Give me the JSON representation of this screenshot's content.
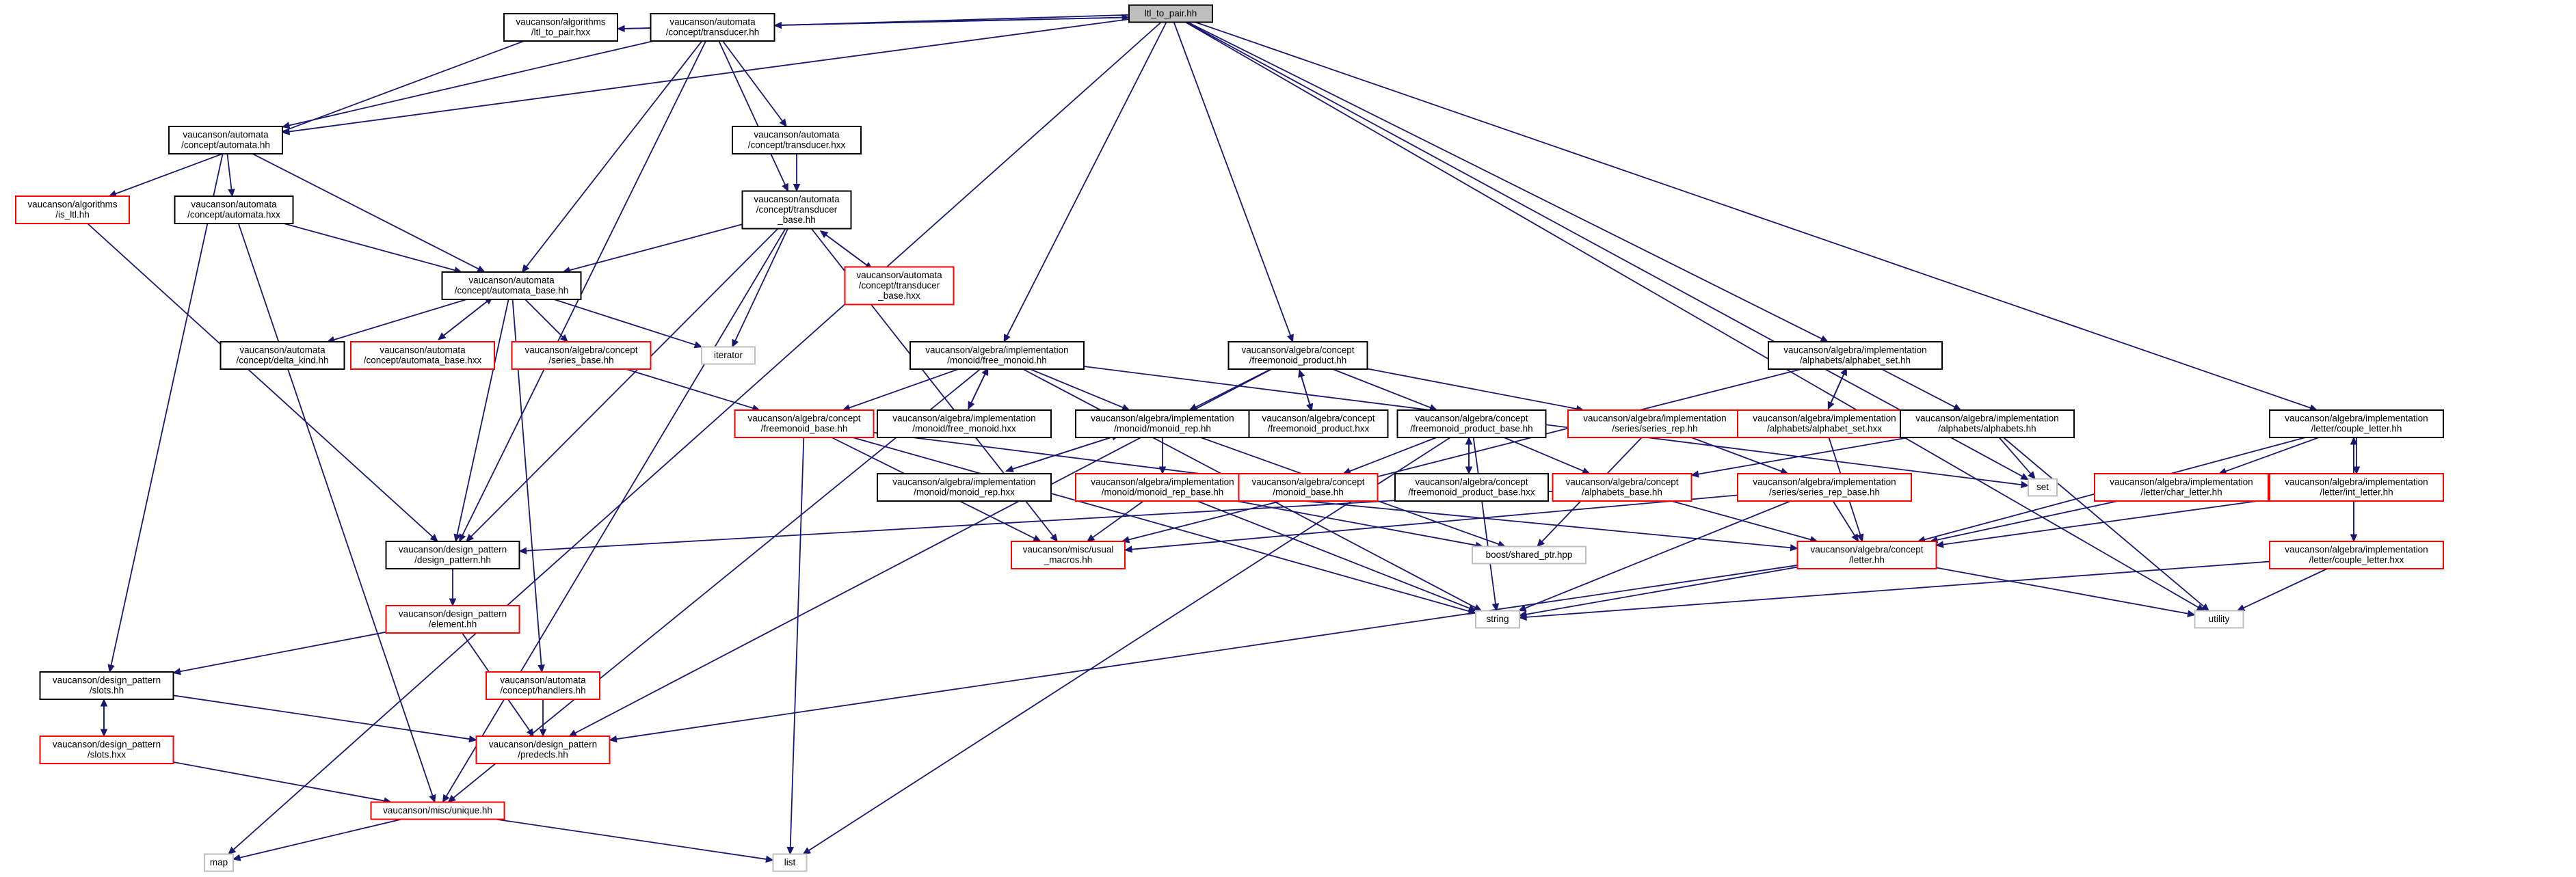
{
  "colors": {
    "edge": "#191970",
    "border_default": "#000000",
    "border_missing": "#ff0000",
    "border_system": "#bfbfbf",
    "fill_root": "#bfbfbf",
    "fill_default": "#ffffff"
  },
  "nodes": [
    {
      "id": "root",
      "label": [
        "ltl_to_pair.hh"
      ],
      "kind": "root"
    },
    {
      "id": "alg_ltl_to_pair_hxx",
      "label": [
        "vaucanson/algorithms",
        "/ltl_to_pair.hxx"
      ],
      "kind": "normal"
    },
    {
      "id": "automata_transducer_hh",
      "label": [
        "vaucanson/automata",
        "/concept/transducer.hh"
      ],
      "kind": "normal"
    },
    {
      "id": "automata_automata_hh",
      "label": [
        "vaucanson/automata",
        "/concept/automata.hh"
      ],
      "kind": "normal"
    },
    {
      "id": "alg_is_ltl_hh",
      "label": [
        "vaucanson/algorithms",
        "/is_ltl.hh"
      ],
      "kind": "missing"
    },
    {
      "id": "automata_transducer_hxx",
      "label": [
        "vaucanson/automata",
        "/concept/transducer.hxx"
      ],
      "kind": "normal"
    },
    {
      "id": "automata_transducer_base_hh",
      "label": [
        "vaucanson/automata",
        "/concept/transducer",
        "_base.hh"
      ],
      "kind": "normal"
    },
    {
      "id": "automata_automata_hxx",
      "label": [
        "vaucanson/automata",
        "/concept/automata.hxx"
      ],
      "kind": "normal"
    },
    {
      "id": "automata_transducer_base_hxx",
      "label": [
        "vaucanson/automata",
        "/concept/transducer",
        "_base.hxx"
      ],
      "kind": "missing"
    },
    {
      "id": "automata_automata_base_hh",
      "label": [
        "vaucanson/automata",
        "/concept/automata_base.hh"
      ],
      "kind": "normal"
    },
    {
      "id": "automata_delta_kind_hh",
      "label": [
        "vaucanson/automata",
        "/concept/delta_kind.hh"
      ],
      "kind": "normal"
    },
    {
      "id": "automata_automata_base_hxx",
      "label": [
        "vaucanson/automata",
        "/concept/automata_base.hxx"
      ],
      "kind": "missing"
    },
    {
      "id": "algebra_series_base_hh",
      "label": [
        "vaucanson/algebra/concept",
        "/series_base.hh"
      ],
      "kind": "missing"
    },
    {
      "id": "iterator",
      "label": [
        "iterator"
      ],
      "kind": "system"
    },
    {
      "id": "impl_free_monoid_hh",
      "label": [
        "vaucanson/algebra/implementation",
        "/monoid/free_monoid.hh"
      ],
      "kind": "normal"
    },
    {
      "id": "concept_freemonoid_product_hh",
      "label": [
        "vaucanson/algebra/concept",
        "/freemonoid_product.hh"
      ],
      "kind": "normal"
    },
    {
      "id": "alphabets_alphabet_set_hh",
      "label": [
        "vaucanson/algebra/implementation",
        "/alphabets/alphabet_set.hh"
      ],
      "kind": "normal"
    },
    {
      "id": "concept_freemonoid_base_hh",
      "label": [
        "vaucanson/algebra/concept",
        "/freemonoid_base.hh"
      ],
      "kind": "missing"
    },
    {
      "id": "impl_free_monoid_hxx",
      "label": [
        "vaucanson/algebra/implementation",
        "/monoid/free_monoid.hxx"
      ],
      "kind": "normal"
    },
    {
      "id": "impl_monoid_rep_hh",
      "label": [
        "vaucanson/algebra/implementation",
        "/monoid/monoid_rep.hh"
      ],
      "kind": "normal"
    },
    {
      "id": "concept_freemonoid_product_hxx",
      "label": [
        "vaucanson/algebra/concept",
        "/freemonoid_product.hxx"
      ],
      "kind": "normal"
    },
    {
      "id": "concept_freemonoid_product_base_hh",
      "label": [
        "vaucanson/algebra/concept",
        "/freemonoid_product_base.hh"
      ],
      "kind": "normal"
    },
    {
      "id": "impl_series_rep_hh",
      "label": [
        "vaucanson/algebra/implementation",
        "/series/series_rep.hh"
      ],
      "kind": "missing"
    },
    {
      "id": "alphabets_alphabet_set_hxx",
      "label": [
        "vaucanson/algebra/implementation",
        "/alphabets/alphabet_set.hxx"
      ],
      "kind": "missing"
    },
    {
      "id": "alphabets_alphabets_hh",
      "label": [
        "vaucanson/algebra/implementation",
        "/alphabets/alphabets.hh"
      ],
      "kind": "normal"
    },
    {
      "id": "set",
      "label": [
        "set"
      ],
      "kind": "system"
    },
    {
      "id": "letter_couple_letter_hh",
      "label": [
        "vaucanson/algebra/implementation",
        "/letter/couple_letter.hh"
      ],
      "kind": "normal"
    },
    {
      "id": "impl_monoid_rep_hxx",
      "label": [
        "vaucanson/algebra/implementation",
        "/monoid/monoid_rep.hxx"
      ],
      "kind": "normal"
    },
    {
      "id": "impl_monoid_rep_base_hh",
      "label": [
        "vaucanson/algebra/implementation",
        "/monoid/monoid_rep_base.hh"
      ],
      "kind": "missing"
    },
    {
      "id": "concept_monoid_base_hh",
      "label": [
        "vaucanson/algebra/concept",
        "/monoid_base.hh"
      ],
      "kind": "missing"
    },
    {
      "id": "concept_freemonoid_product_base_hxx",
      "label": [
        "vaucanson/algebra/concept",
        "/freemonoid_product_base.hxx"
      ],
      "kind": "normal"
    },
    {
      "id": "concept_alphabets_base_hh",
      "label": [
        "vaucanson/algebra/concept",
        "/alphabets_base.hh"
      ],
      "kind": "missing"
    },
    {
      "id": "impl_series_rep_base_hh",
      "label": [
        "vaucanson/algebra/implementation",
        "/series/series_rep_base.hh"
      ],
      "kind": "missing"
    },
    {
      "id": "letter_char_letter_hh",
      "label": [
        "vaucanson/algebra/implementation",
        "/letter/char_letter.hh"
      ],
      "kind": "missing"
    },
    {
      "id": "letter_int_letter_hh",
      "label": [
        "vaucanson/algebra/implementation",
        "/letter/int_letter.hh"
      ],
      "kind": "missing"
    },
    {
      "id": "design_pattern_hh",
      "label": [
        "vaucanson/design_pattern",
        "/design_pattern.hh"
      ],
      "kind": "normal"
    },
    {
      "id": "misc_usual_macros_hh",
      "label": [
        "vaucanson/misc/usual",
        "_macros.hh"
      ],
      "kind": "missing"
    },
    {
      "id": "boost_shared_ptr",
      "label": [
        "boost/shared_ptr.hpp"
      ],
      "kind": "system"
    },
    {
      "id": "concept_letter_hh",
      "label": [
        "vaucanson/algebra/concept",
        "/letter.hh"
      ],
      "kind": "missing"
    },
    {
      "id": "letter_couple_letter_hxx",
      "label": [
        "vaucanson/algebra/implementation",
        "/letter/couple_letter.hxx"
      ],
      "kind": "missing"
    },
    {
      "id": "dp_element_hh",
      "label": [
        "vaucanson/design_pattern",
        "/element.hh"
      ],
      "kind": "missing"
    },
    {
      "id": "string",
      "label": [
        "string"
      ],
      "kind": "system"
    },
    {
      "id": "utility",
      "label": [
        "utility"
      ],
      "kind": "system"
    },
    {
      "id": "dp_slots_hh",
      "label": [
        "vaucanson/design_pattern",
        "/slots.hh"
      ],
      "kind": "normal"
    },
    {
      "id": "automata_handlers_hh",
      "label": [
        "vaucanson/automata",
        "/concept/handlers.hh"
      ],
      "kind": "missing"
    },
    {
      "id": "dp_predecls_hh",
      "label": [
        "vaucanson/design_pattern",
        "/predecls.hh"
      ],
      "kind": "missing"
    },
    {
      "id": "dp_slots_hxx",
      "label": [
        "vaucanson/design_pattern",
        "/slots.hxx"
      ],
      "kind": "missing"
    },
    {
      "id": "misc_unique_hh",
      "label": [
        "vaucanson/misc/unique.hh"
      ],
      "kind": "missing"
    },
    {
      "id": "map",
      "label": [
        "map"
      ],
      "kind": "system"
    },
    {
      "id": "list",
      "label": [
        "list"
      ],
      "kind": "system"
    }
  ],
  "edges": [
    [
      "root",
      "alg_ltl_to_pair_hxx"
    ],
    [
      "root",
      "automata_transducer_hh"
    ],
    [
      "root",
      "automata_automata_hh"
    ],
    [
      "root",
      "impl_free_monoid_hh"
    ],
    [
      "root",
      "concept_freemonoid_product_hh"
    ],
    [
      "root",
      "alphabets_alphabet_set_hh"
    ],
    [
      "root",
      "letter_couple_letter_hh"
    ],
    [
      "root",
      "set"
    ],
    [
      "root",
      "utility"
    ],
    [
      "root",
      "map"
    ],
    [
      "alg_ltl_to_pair_hxx",
      "root"
    ],
    [
      "alg_ltl_to_pair_hxx",
      "alg_is_ltl_hh"
    ],
    [
      "automata_transducer_hh",
      "automata_automata_hh"
    ],
    [
      "automata_transducer_hh",
      "automata_transducer_hxx"
    ],
    [
      "automata_transducer_hh",
      "automata_transducer_base_hh"
    ],
    [
      "automata_transducer_hh",
      "automata_automata_base_hh"
    ],
    [
      "automata_transducer_hh",
      "design_pattern_hh"
    ],
    [
      "automata_automata_hh",
      "automata_automata_hxx"
    ],
    [
      "automata_automata_hh",
      "automata_automata_base_hh"
    ],
    [
      "automata_automata_hh",
      "dp_slots_hh"
    ],
    [
      "alg_is_ltl_hh",
      "design_pattern_hh"
    ],
    [
      "automata_transducer_hxx",
      "automata_transducer_base_hh"
    ],
    [
      "automata_automata_hxx",
      "automata_automata_base_hh"
    ],
    [
      "automata_automata_hxx",
      "misc_unique_hh"
    ],
    [
      "automata_transducer_base_hh",
      "automata_automata_base_hh"
    ],
    [
      "automata_transducer_base_hh",
      "automata_transducer_base_hxx"
    ],
    [
      "automata_transducer_base_hh",
      "iterator"
    ],
    [
      "automata_transducer_base_hh",
      "design_pattern_hh"
    ],
    [
      "automata_transducer_base_hh",
      "misc_usual_macros_hh"
    ],
    [
      "automata_transducer_base_hh",
      "misc_unique_hh"
    ],
    [
      "automata_transducer_base_hxx",
      "automata_transducer_base_hh"
    ],
    [
      "automata_automata_base_hh",
      "automata_delta_kind_hh"
    ],
    [
      "automata_automata_base_hh",
      "automata_automata_base_hxx"
    ],
    [
      "automata_automata_base_hh",
      "algebra_series_base_hh"
    ],
    [
      "automata_automata_base_hh",
      "iterator"
    ],
    [
      "automata_automata_base_hh",
      "design_pattern_hh"
    ],
    [
      "automata_automata_base_hh",
      "automata_handlers_hh"
    ],
    [
      "automata_automata_base_hxx",
      "automata_automata_base_hh"
    ],
    [
      "algebra_series_base_hh",
      "concept_freemonoid_base_hh"
    ],
    [
      "impl_free_monoid_hh",
      "concept_freemonoid_base_hh"
    ],
    [
      "impl_free_monoid_hh",
      "impl_free_monoid_hxx"
    ],
    [
      "impl_free_monoid_hh",
      "impl_monoid_rep_hh"
    ],
    [
      "impl_free_monoid_hh",
      "set"
    ],
    [
      "impl_free_monoid_hh",
      "string"
    ],
    [
      "impl_free_monoid_hh",
      "misc_unique_hh"
    ],
    [
      "impl_free_monoid_hxx",
      "impl_free_monoid_hh"
    ],
    [
      "concept_freemonoid_product_hh",
      "impl_monoid_rep_hh"
    ],
    [
      "concept_freemonoid_product_hh",
      "concept_freemonoid_product_hxx"
    ],
    [
      "concept_freemonoid_product_hh",
      "concept_freemonoid_product_base_hh"
    ],
    [
      "concept_freemonoid_product_hh",
      "impl_series_rep_hh"
    ],
    [
      "concept_freemonoid_product_hh",
      "dp_predecls_hh"
    ],
    [
      "concept_freemonoid_product_hxx",
      "concept_freemonoid_product_hh"
    ],
    [
      "concept_freemonoid_product_base_hh",
      "concept_freemonoid_product_base_hxx"
    ],
    [
      "concept_freemonoid_product_base_hh",
      "concept_alphabets_base_hh"
    ],
    [
      "concept_freemonoid_product_base_hh",
      "concept_monoid_base_hh"
    ],
    [
      "concept_freemonoid_product_base_hh",
      "string"
    ],
    [
      "concept_freemonoid_product_base_hh",
      "list"
    ],
    [
      "concept_freemonoid_product_base_hxx",
      "concept_freemonoid_product_base_hh"
    ],
    [
      "impl_series_rep_hh",
      "impl_series_rep_base_hh"
    ],
    [
      "impl_series_rep_hh",
      "boost_shared_ptr"
    ],
    [
      "alphabets_alphabet_set_hh",
      "alphabets_alphabet_set_hxx"
    ],
    [
      "alphabets_alphabet_set_hh",
      "alphabets_alphabets_hh"
    ],
    [
      "alphabets_alphabet_set_hh",
      "misc_usual_macros_hh"
    ],
    [
      "alphabets_alphabet_set_hxx",
      "alphabets_alphabet_set_hh"
    ],
    [
      "alphabets_alphabet_set_hxx",
      "concept_letter_hh"
    ],
    [
      "alphabets_alphabets_hh",
      "concept_alphabets_base_hh"
    ],
    [
      "alphabets_alphabets_hh",
      "set"
    ],
    [
      "alphabets_alphabets_hh",
      "utility"
    ],
    [
      "concept_freemonoid_base_hh",
      "concept_monoid_base_hh"
    ],
    [
      "concept_freemonoid_base_hh",
      "misc_usual_macros_hh"
    ],
    [
      "concept_freemonoid_base_hh",
      "string"
    ],
    [
      "concept_freemonoid_base_hh",
      "list"
    ],
    [
      "impl_monoid_rep_hh",
      "impl_monoid_rep_hxx"
    ],
    [
      "impl_monoid_rep_hh",
      "impl_monoid_rep_base_hh"
    ],
    [
      "impl_monoid_rep_hh",
      "boost_shared_ptr"
    ],
    [
      "impl_monoid_rep_hxx",
      "impl_monoid_rep_hh"
    ],
    [
      "impl_monoid_rep_base_hh",
      "misc_usual_macros_hh"
    ],
    [
      "impl_monoid_rep_base_hh",
      "boost_shared_ptr"
    ],
    [
      "impl_monoid_rep_base_hh",
      "string"
    ],
    [
      "impl_monoid_rep_base_hh",
      "concept_letter_hh"
    ],
    [
      "concept_alphabets_base_hh",
      "design_pattern_hh"
    ],
    [
      "concept_alphabets_base_hh",
      "concept_letter_hh"
    ],
    [
      "impl_series_rep_base_hh",
      "misc_usual_macros_hh"
    ],
    [
      "impl_series_rep_base_hh",
      "string"
    ],
    [
      "impl_series_rep_base_hh",
      "concept_letter_hh"
    ],
    [
      "concept_letter_hh",
      "string"
    ],
    [
      "concept_letter_hh",
      "utility"
    ],
    [
      "concept_letter_hh",
      "dp_predecls_hh"
    ],
    [
      "letter_couple_letter_hh",
      "letter_char_letter_hh"
    ],
    [
      "letter_couple_letter_hh",
      "letter_int_letter_hh"
    ],
    [
      "letter_couple_letter_hh",
      "letter_couple_letter_hxx"
    ],
    [
      "letter_couple_letter_hh",
      "concept_letter_hh"
    ],
    [
      "letter_couple_letter_hxx",
      "letter_couple_letter_hh"
    ],
    [
      "letter_couple_letter_hxx",
      "string"
    ],
    [
      "letter_couple_letter_hxx",
      "utility"
    ],
    [
      "letter_char_letter_hh",
      "concept_letter_hh"
    ],
    [
      "letter_int_letter_hh",
      "concept_letter_hh"
    ],
    [
      "design_pattern_hh",
      "dp_element_hh"
    ],
    [
      "dp_element_hh",
      "dp_slots_hh"
    ],
    [
      "dp_element_hh",
      "dp_predecls_hh"
    ],
    [
      "dp_slots_hh",
      "dp_slots_hxx"
    ],
    [
      "dp_slots_hh",
      "dp_predecls_hh"
    ],
    [
      "dp_slots_hxx",
      "dp_slots_hh"
    ],
    [
      "dp_slots_hxx",
      "misc_unique_hh"
    ],
    [
      "automata_handlers_hh",
      "dp_predecls_hh"
    ],
    [
      "misc_unique_hh",
      "map"
    ],
    [
      "misc_unique_hh",
      "list"
    ]
  ]
}
